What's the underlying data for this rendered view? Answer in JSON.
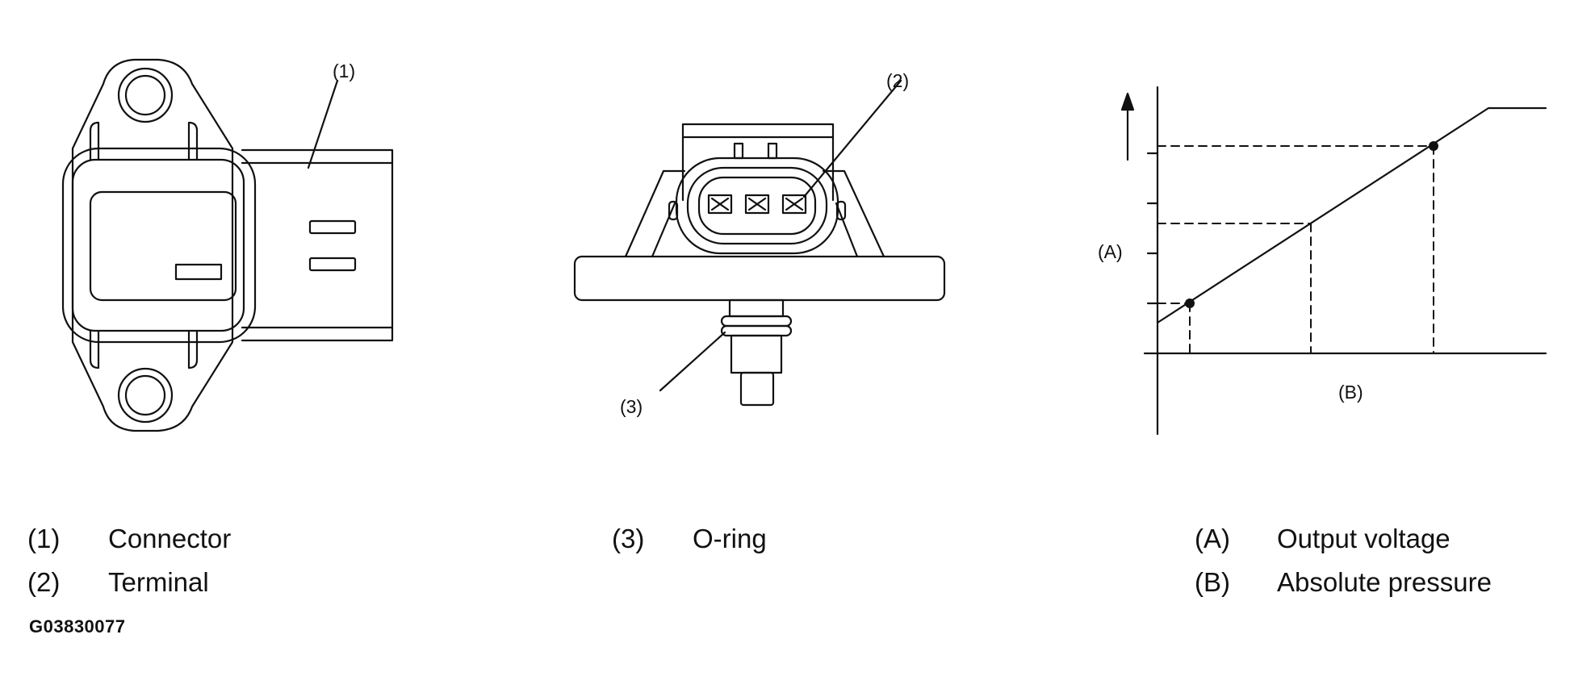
{
  "callouts": {
    "c1": "(1)",
    "c2": "(2)",
    "c3": "(3)"
  },
  "graph": {
    "y_label": "(A)",
    "x_label": "(B)"
  },
  "legend": [
    {
      "num": "(1)",
      "text": "Connector"
    },
    {
      "num": "(2)",
      "text": "Terminal"
    },
    {
      "num": "(3)",
      "text": "O-ring"
    },
    {
      "num": "(A)",
      "text": "Output voltage"
    },
    {
      "num": "(B)",
      "text": "Absolute pressure"
    }
  ],
  "figure_code": "G03830077",
  "icons": {
    "sensor_side_view": "sensor-side-view-icon",
    "sensor_connector_view": "sensor-connector-view-icon",
    "arrow_up": "arrow-up-icon"
  }
}
